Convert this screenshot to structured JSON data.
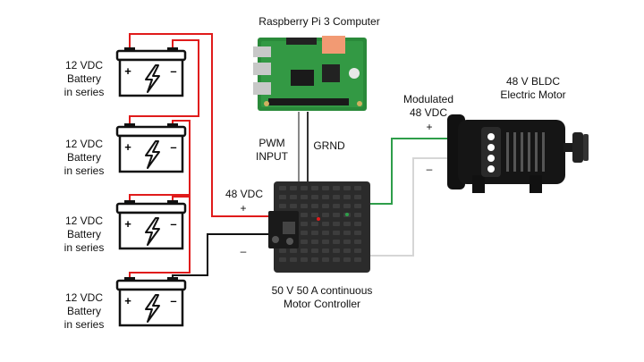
{
  "batteries": [
    {
      "line1": "12 VDC",
      "line2": "Battery",
      "line3": "in series"
    },
    {
      "line1": "12 VDC",
      "line2": "Battery",
      "line3": "in series"
    },
    {
      "line1": "12 VDC",
      "line2": "Battery",
      "line3": "in series"
    },
    {
      "line1": "12 VDC",
      "line2": "Battery",
      "line3": "in series"
    }
  ],
  "raspberry_pi": {
    "label": "Raspberry Pi 3 Computer"
  },
  "signals": {
    "pwm_line1": "PWM",
    "pwm_line2": "INPUT",
    "ground": "GRND"
  },
  "supply": {
    "voltage": "48 VDC",
    "plus": "+",
    "minus": "–"
  },
  "controller": {
    "line1": "50 V 50 A continuous",
    "line2": "Motor Controller"
  },
  "motor": {
    "line1": "48 V BLDC",
    "line2": "Electric Motor"
  },
  "motor_input": {
    "line1": "Modulated",
    "line2": "48 VDC",
    "plus": "+",
    "minus": "–"
  },
  "battery_terminals": {
    "plus": "+",
    "minus": "–"
  },
  "colors": {
    "positive_wire": "#e01b1b",
    "negative_wire": "#111111",
    "signal_wire": "#2e9e4a",
    "return_wire": "#d6d6d6",
    "pcb": "#2a8a3a"
  }
}
